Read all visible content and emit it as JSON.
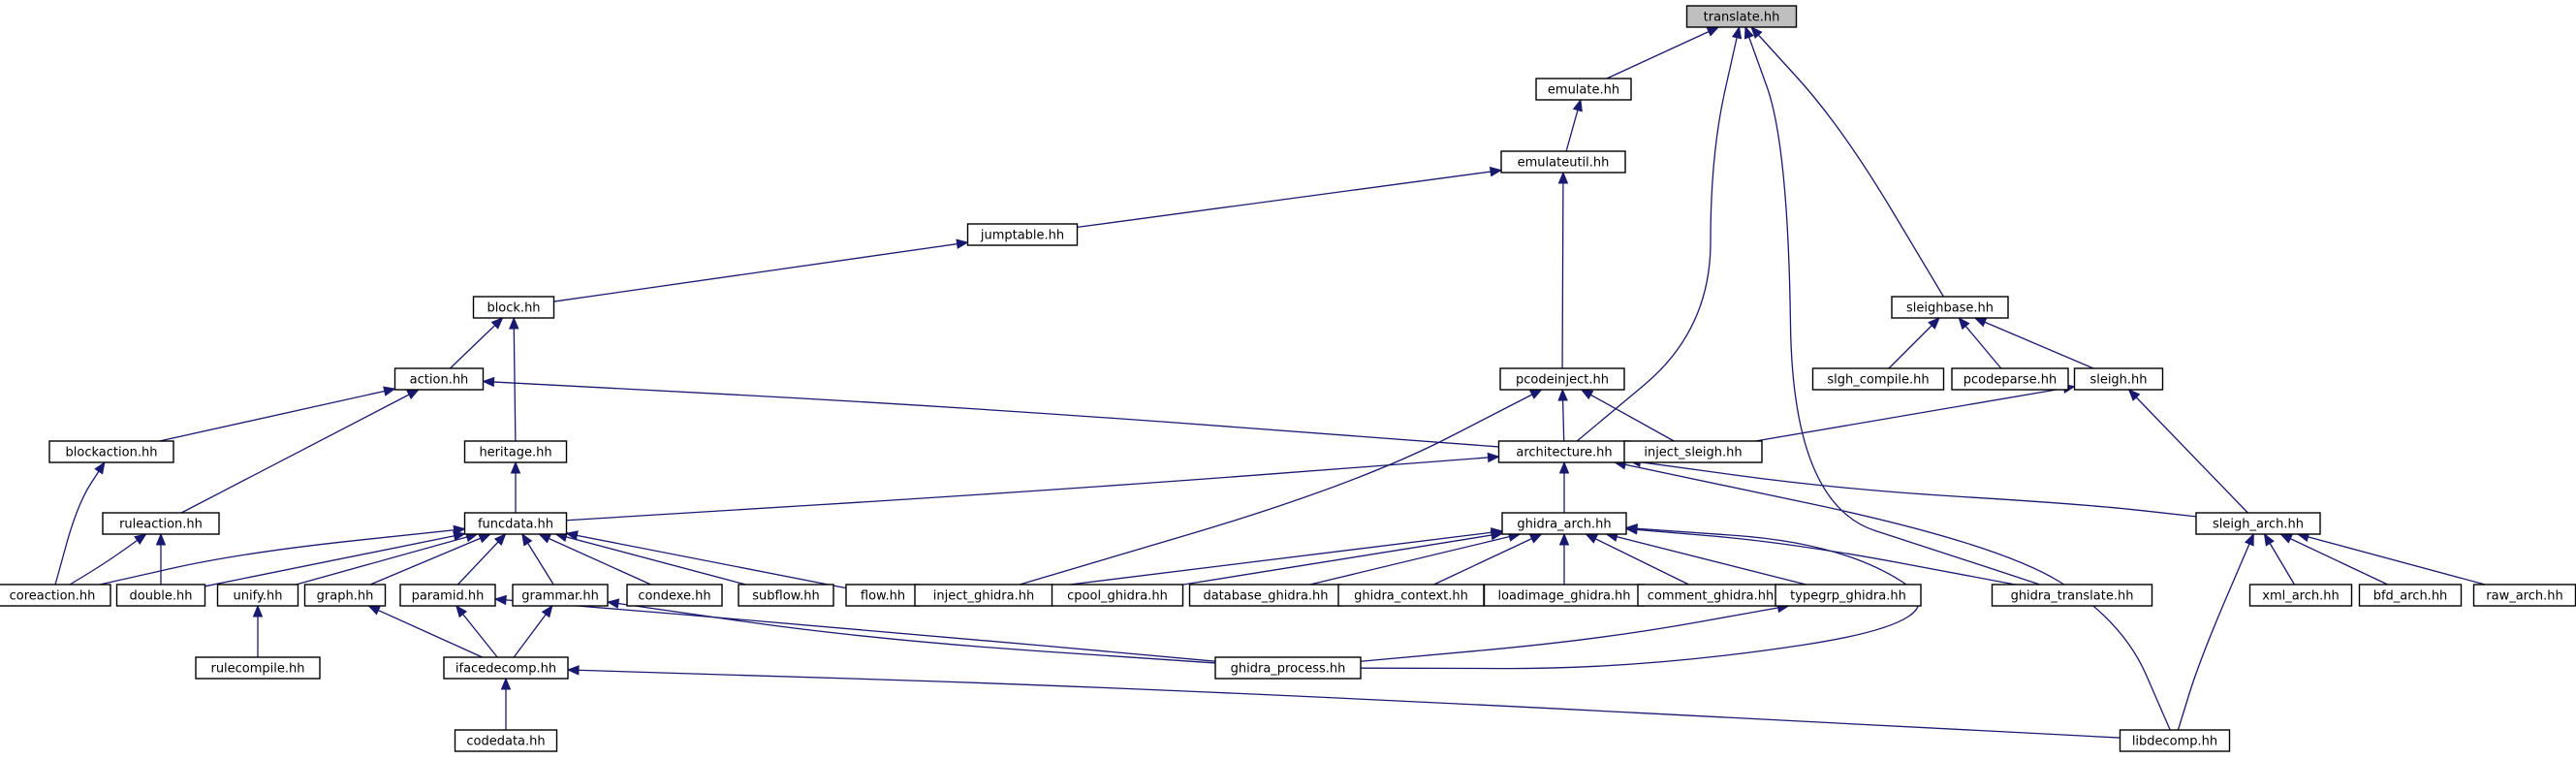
{
  "graph": {
    "colors": {
      "edge": "#191970",
      "root_fill": "#bfbfbf",
      "node_fill": "#ffffff",
      "border": "#000000"
    },
    "root": "translate",
    "nodes": [
      {
        "id": "translate",
        "label": "translate.hh"
      },
      {
        "id": "emulate",
        "label": "emulate.hh"
      },
      {
        "id": "emulateutil",
        "label": "emulateutil.hh"
      },
      {
        "id": "jumptable",
        "label": "jumptable.hh"
      },
      {
        "id": "block",
        "label": "block.hh"
      },
      {
        "id": "action",
        "label": "action.hh"
      },
      {
        "id": "heritage",
        "label": "heritage.hh"
      },
      {
        "id": "blockaction",
        "label": "blockaction.hh"
      },
      {
        "id": "ruleaction",
        "label": "ruleaction.hh"
      },
      {
        "id": "funcdata",
        "label": "funcdata.hh"
      },
      {
        "id": "coreaction",
        "label": "coreaction.hh"
      },
      {
        "id": "double",
        "label": "double.hh"
      },
      {
        "id": "unify",
        "label": "unify.hh"
      },
      {
        "id": "graph",
        "label": "graph.hh"
      },
      {
        "id": "paramid",
        "label": "paramid.hh"
      },
      {
        "id": "grammar",
        "label": "grammar.hh"
      },
      {
        "id": "condexe",
        "label": "condexe.hh"
      },
      {
        "id": "subflow",
        "label": "subflow.hh"
      },
      {
        "id": "flow",
        "label": "flow.hh"
      },
      {
        "id": "rulecompile",
        "label": "rulecompile.hh"
      },
      {
        "id": "ifacedecomp",
        "label": "ifacedecomp.hh"
      },
      {
        "id": "codedata",
        "label": "codedata.hh"
      },
      {
        "id": "pcodeinject",
        "label": "pcodeinject.hh"
      },
      {
        "id": "architecture",
        "label": "architecture.hh"
      },
      {
        "id": "inject_sleigh",
        "label": "inject_sleigh.hh"
      },
      {
        "id": "ghidra_arch",
        "label": "ghidra_arch.hh"
      },
      {
        "id": "inject_ghidra",
        "label": "inject_ghidra.hh"
      },
      {
        "id": "cpool_ghidra",
        "label": "cpool_ghidra.hh"
      },
      {
        "id": "database_ghidra",
        "label": "database_ghidra.hh"
      },
      {
        "id": "ghidra_context",
        "label": "ghidra_context.hh"
      },
      {
        "id": "loadimage_ghidra",
        "label": "loadimage_ghidra.hh"
      },
      {
        "id": "comment_ghidra",
        "label": "comment_ghidra.hh"
      },
      {
        "id": "typegrp_ghidra",
        "label": "typegrp_ghidra.hh"
      },
      {
        "id": "ghidra_translate",
        "label": "ghidra_translate.hh"
      },
      {
        "id": "ghidra_process",
        "label": "ghidra_process.hh"
      },
      {
        "id": "libdecomp",
        "label": "libdecomp.hh"
      },
      {
        "id": "sleighbase",
        "label": "sleighbase.hh"
      },
      {
        "id": "slgh_compile",
        "label": "slgh_compile.hh"
      },
      {
        "id": "pcodeparse",
        "label": "pcodeparse.hh"
      },
      {
        "id": "sleigh",
        "label": "sleigh.hh"
      },
      {
        "id": "sleigh_arch",
        "label": "sleigh_arch.hh"
      },
      {
        "id": "xml_arch",
        "label": "xml_arch.hh"
      },
      {
        "id": "bfd_arch",
        "label": "bfd_arch.hh"
      },
      {
        "id": "raw_arch",
        "label": "raw_arch.hh"
      }
    ],
    "edges": [
      [
        "translate",
        "emulate"
      ],
      [
        "translate",
        "architecture"
      ],
      [
        "translate",
        "ghidra_translate"
      ],
      [
        "translate",
        "sleighbase"
      ],
      [
        "emulate",
        "emulateutil"
      ],
      [
        "emulateutil",
        "jumptable"
      ],
      [
        "emulateutil",
        "pcodeinject"
      ],
      [
        "jumptable",
        "block"
      ],
      [
        "block",
        "action"
      ],
      [
        "block",
        "heritage"
      ],
      [
        "action",
        "blockaction"
      ],
      [
        "action",
        "ruleaction"
      ],
      [
        "action",
        "architecture"
      ],
      [
        "heritage",
        "funcdata"
      ],
      [
        "blockaction",
        "coreaction"
      ],
      [
        "ruleaction",
        "coreaction"
      ],
      [
        "ruleaction",
        "double"
      ],
      [
        "funcdata",
        "coreaction"
      ],
      [
        "funcdata",
        "double"
      ],
      [
        "funcdata",
        "unify"
      ],
      [
        "funcdata",
        "graph"
      ],
      [
        "funcdata",
        "paramid"
      ],
      [
        "funcdata",
        "grammar"
      ],
      [
        "funcdata",
        "condexe"
      ],
      [
        "funcdata",
        "subflow"
      ],
      [
        "funcdata",
        "flow"
      ],
      [
        "unify",
        "rulecompile"
      ],
      [
        "graph",
        "ifacedecomp"
      ],
      [
        "paramid",
        "ifacedecomp"
      ],
      [
        "paramid",
        "ghidra_process"
      ],
      [
        "grammar",
        "ifacedecomp"
      ],
      [
        "grammar",
        "ghidra_process"
      ],
      [
        "ifacedecomp",
        "codedata"
      ],
      [
        "ifacedecomp",
        "libdecomp"
      ],
      [
        "pcodeinject",
        "architecture"
      ],
      [
        "pcodeinject",
        "inject_sleigh"
      ],
      [
        "pcodeinject",
        "inject_ghidra"
      ],
      [
        "architecture",
        "funcdata"
      ],
      [
        "architecture",
        "ghidra_arch"
      ],
      [
        "architecture",
        "sleigh_arch"
      ],
      [
        "architecture",
        "libdecomp"
      ],
      [
        "ghidra_arch",
        "inject_ghidra"
      ],
      [
        "ghidra_arch",
        "cpool_ghidra"
      ],
      [
        "ghidra_arch",
        "database_ghidra"
      ],
      [
        "ghidra_arch",
        "ghidra_context"
      ],
      [
        "ghidra_arch",
        "loadimage_ghidra"
      ],
      [
        "ghidra_arch",
        "comment_ghidra"
      ],
      [
        "ghidra_arch",
        "typegrp_ghidra"
      ],
      [
        "ghidra_arch",
        "ghidra_translate"
      ],
      [
        "ghidra_arch",
        "ghidra_process"
      ],
      [
        "typegrp_ghidra",
        "ghidra_process"
      ],
      [
        "sleighbase",
        "slgh_compile"
      ],
      [
        "sleighbase",
        "pcodeparse"
      ],
      [
        "sleighbase",
        "sleigh"
      ],
      [
        "sleigh",
        "inject_sleigh"
      ],
      [
        "sleigh",
        "sleigh_arch"
      ],
      [
        "sleigh_arch",
        "xml_arch"
      ],
      [
        "sleigh_arch",
        "bfd_arch"
      ],
      [
        "sleigh_arch",
        "raw_arch"
      ],
      [
        "sleigh_arch",
        "libdecomp"
      ]
    ]
  }
}
